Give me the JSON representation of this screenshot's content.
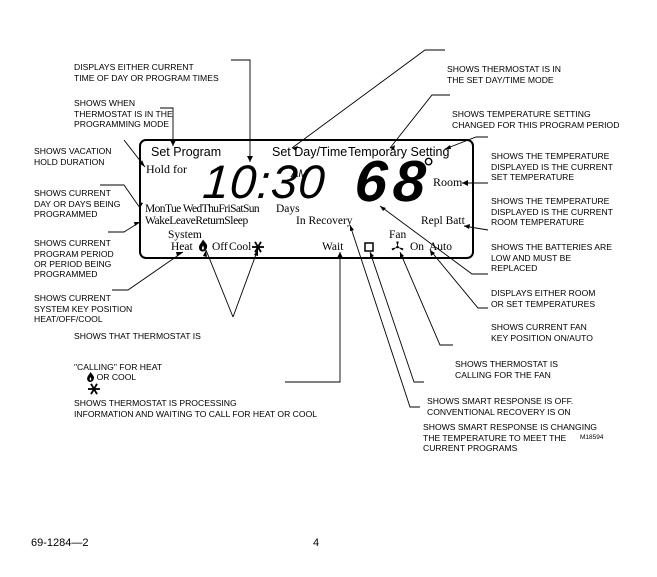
{
  "callouts": {
    "time_display": [
      "DISPLAYS EITHER CURRENT",
      "TIME OF DAY OR PROGRAM TIMES"
    ],
    "programming_mode": [
      "SHOWS WHEN",
      "THERMOSTAT IS IN THE",
      "PROGRAMMING MODE"
    ],
    "vacation_hold": [
      "SHOWS VACATION",
      "HOLD DURATION"
    ],
    "current_day": [
      "SHOWS CURRENT",
      "DAY OR DAYS BEING",
      "PROGRAMMED"
    ],
    "program_period": [
      "SHOWS CURRENT",
      "PROGRAM PERIOD",
      "OR PERIOD BEING",
      "PROGRAMMED"
    ],
    "system_key": [
      "SHOWS CURRENT",
      "SYSTEM KEY POSITION",
      "HEAT/OFF/COOL"
    ],
    "calling": [
      "SHOWS THAT THERMOSTAT IS",
      "\"CALLING\" FOR HEAT",
      "OR COOL"
    ],
    "processing": [
      "SHOWS THERMOSTAT IS PROCESSING",
      "INFORMATION AND WAITING TO CALL FOR HEAT OR COOL"
    ],
    "set_day_time": [
      "SHOWS THERMOSTAT IS IN",
      "THE SET DAY/TIME MODE"
    ],
    "temp_setting": [
      "SHOWS TEMPERATURE SETTING",
      "CHANGED FOR THIS PROGRAM PERIOD"
    ],
    "set_temp": [
      "SHOWS THE TEMPERATURE",
      "DISPLAYED IS THE CURRENT",
      "SET TEMPERATURE"
    ],
    "room_temp": [
      "SHOWS THE TEMPERATURE",
      "DISPLAYED IS THE CURRENT",
      "ROOM TEMPERATURE"
    ],
    "batteries": [
      "SHOWS THE BATTERIES ARE",
      "LOW AND MUST BE",
      "REPLACED"
    ],
    "room_or_set": [
      "DISPLAYS EITHER ROOM",
      "OR SET TEMPERATURES"
    ],
    "fan_key": [
      "SHOWS CURRENT FAN",
      "KEY POSITION ON/AUTO"
    ],
    "fan_call": [
      "SHOWS THERMOSTAT IS",
      "CALLING FOR THE FAN"
    ],
    "smart_off": [
      "SHOWS SMART RESPONSE IS OFF.",
      "CONVENTIONAL RECOVERY IS ON"
    ],
    "smart_changing": [
      "SHOWS SMART RESPONSE IS CHANGING",
      "THE TEMPERATURE TO MEET THE",
      "CURRENT PROGRAMS"
    ]
  },
  "display": {
    "set_program": "Set Program",
    "set_day_time": "Set Day/Time",
    "temporary_setting": "Temporary Setting",
    "hold_for": "Hold for",
    "time": "10:30",
    "am": "AM",
    "temperature": "68",
    "degree": "°",
    "room": "Room",
    "days": [
      "Mon",
      "Tue",
      "Wed",
      "Thu",
      "Fri",
      "Sat",
      "Sun"
    ],
    "days_label": "Days",
    "periods": [
      "Wake",
      "Leave",
      "Return",
      "Sleep"
    ],
    "in_recovery": "In Recovery",
    "repl_batt": "Repl Batt",
    "system": "System",
    "heat": "Heat",
    "off": "Off",
    "cool": "Cool",
    "wait": "Wait",
    "fan": "Fan",
    "on": "On",
    "auto": "Auto"
  },
  "figure_id": "M18594",
  "footer": {
    "doc_number": "69-1284—2",
    "page": "4"
  },
  "icons": [
    "flame-icon",
    "snowflake-icon",
    "fan-icon",
    "square-icon"
  ]
}
